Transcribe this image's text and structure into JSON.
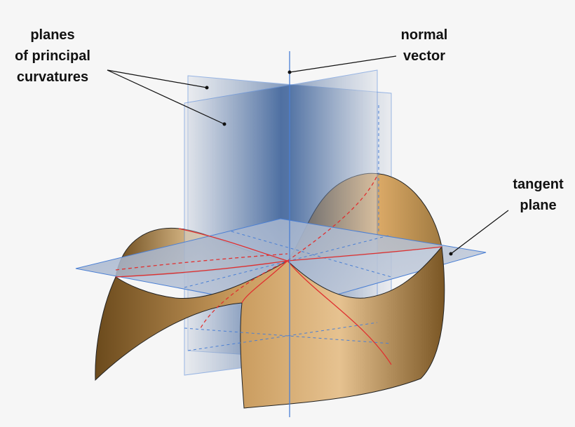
{
  "labels": {
    "principal_planes": [
      "planes",
      "of principal",
      "curvatures"
    ],
    "normal_vector": [
      "normal",
      "vector"
    ],
    "tangent_plane": [
      "tangent",
      "plane"
    ]
  },
  "colors": {
    "background": "#f6f6f6",
    "plane_edge": "#4a7fd4",
    "plane_fill": "#1f4a8a",
    "surface": "#c4945a",
    "curvature_line": "#e03030"
  }
}
